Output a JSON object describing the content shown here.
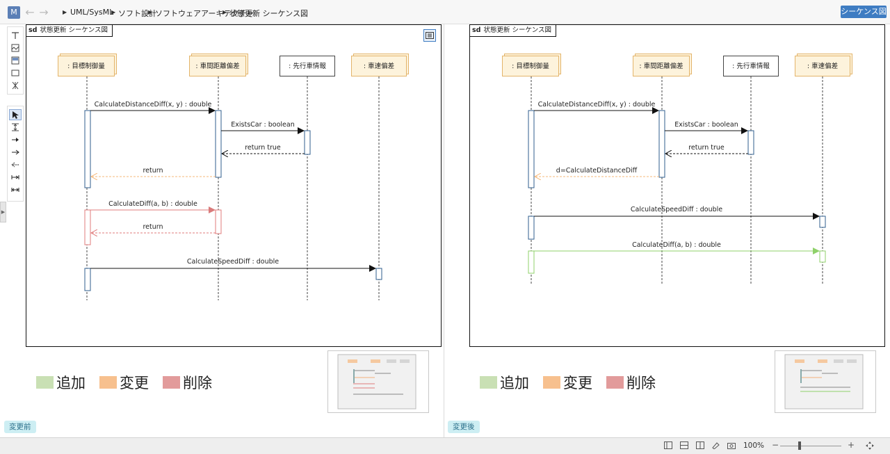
{
  "app": {
    "badge": "M"
  },
  "breadcrumb": [
    "UML/SysML",
    "ソフト設計",
    "ソフトウェアアーキテクチャ",
    "状態更新 シーケンス図"
  ],
  "header": {
    "view_button": "シーケンス図"
  },
  "palette": {
    "top_tools": [
      "text-tool-icon",
      "frame-tool-icon",
      "fragment-tool-icon",
      "box-tool-icon",
      "actor-tool-icon"
    ],
    "bottom_tools": [
      "select-tool-icon",
      "space-tool-icon",
      "sync-message-icon",
      "async-message-icon",
      "reply-message-icon",
      "create-message-icon",
      "lost-found-icon"
    ]
  },
  "diagram": {
    "kind": "sd",
    "title": "状態更新 シーケンス図",
    "lifelines": [
      ": 目標制御量",
      ": 車間距離偏差",
      ": 先行車情報",
      ": 車速偏差"
    ]
  },
  "before": {
    "pane_label": "変更前",
    "messages": [
      {
        "label": "CalculateDistanceDiff(x, y) : double",
        "kind": "sync",
        "status": "none"
      },
      {
        "label": "ExistsCar : boolean",
        "kind": "sync",
        "status": "none"
      },
      {
        "label": "return true",
        "kind": "reply",
        "status": "none"
      },
      {
        "label": "return",
        "kind": "reply",
        "status": "changed"
      },
      {
        "label": "CalculateDiff(a, b) : double",
        "kind": "sync",
        "status": "deleted"
      },
      {
        "label": "return",
        "kind": "reply",
        "status": "deleted"
      },
      {
        "label": "CalculateSpeedDiff : double",
        "kind": "sync",
        "status": "none"
      }
    ]
  },
  "after": {
    "pane_label": "変更後",
    "messages": [
      {
        "label": "CalculateDistanceDiff(x, y) : double",
        "kind": "sync",
        "status": "none"
      },
      {
        "label": "ExistsCar : boolean",
        "kind": "sync",
        "status": "none"
      },
      {
        "label": "return true",
        "kind": "reply",
        "status": "none"
      },
      {
        "label": "d=CalculateDistanceDiff",
        "kind": "reply",
        "status": "changed"
      },
      {
        "label": "CalculateSpeedDiff : double",
        "kind": "sync",
        "status": "none"
      },
      {
        "label": "CalculateDiff(a, b) : double",
        "kind": "sync",
        "status": "added"
      }
    ]
  },
  "legend": [
    {
      "label": "追加",
      "color": "#c9e0b4"
    },
    {
      "label": "変更",
      "color": "#f7c08e"
    },
    {
      "label": "削除",
      "color": "#e29b9b"
    }
  ],
  "colors": {
    "added": "#8fd16a",
    "changed": "#f5b87a",
    "deleted": "#e07b7b",
    "activation": "#2f5e8e",
    "accent": "#3e7cc2"
  },
  "statusbar": {
    "icons": [
      "layout-left-icon",
      "layout-horizontal-icon",
      "layout-vertical-icon",
      "paint-icon",
      "snapshot-icon"
    ],
    "zoom": "100%",
    "zoom_out": "−",
    "zoom_in": "+",
    "fit_icon": "fit-screen-icon",
    "zoom_level_fraction": 0.33
  }
}
